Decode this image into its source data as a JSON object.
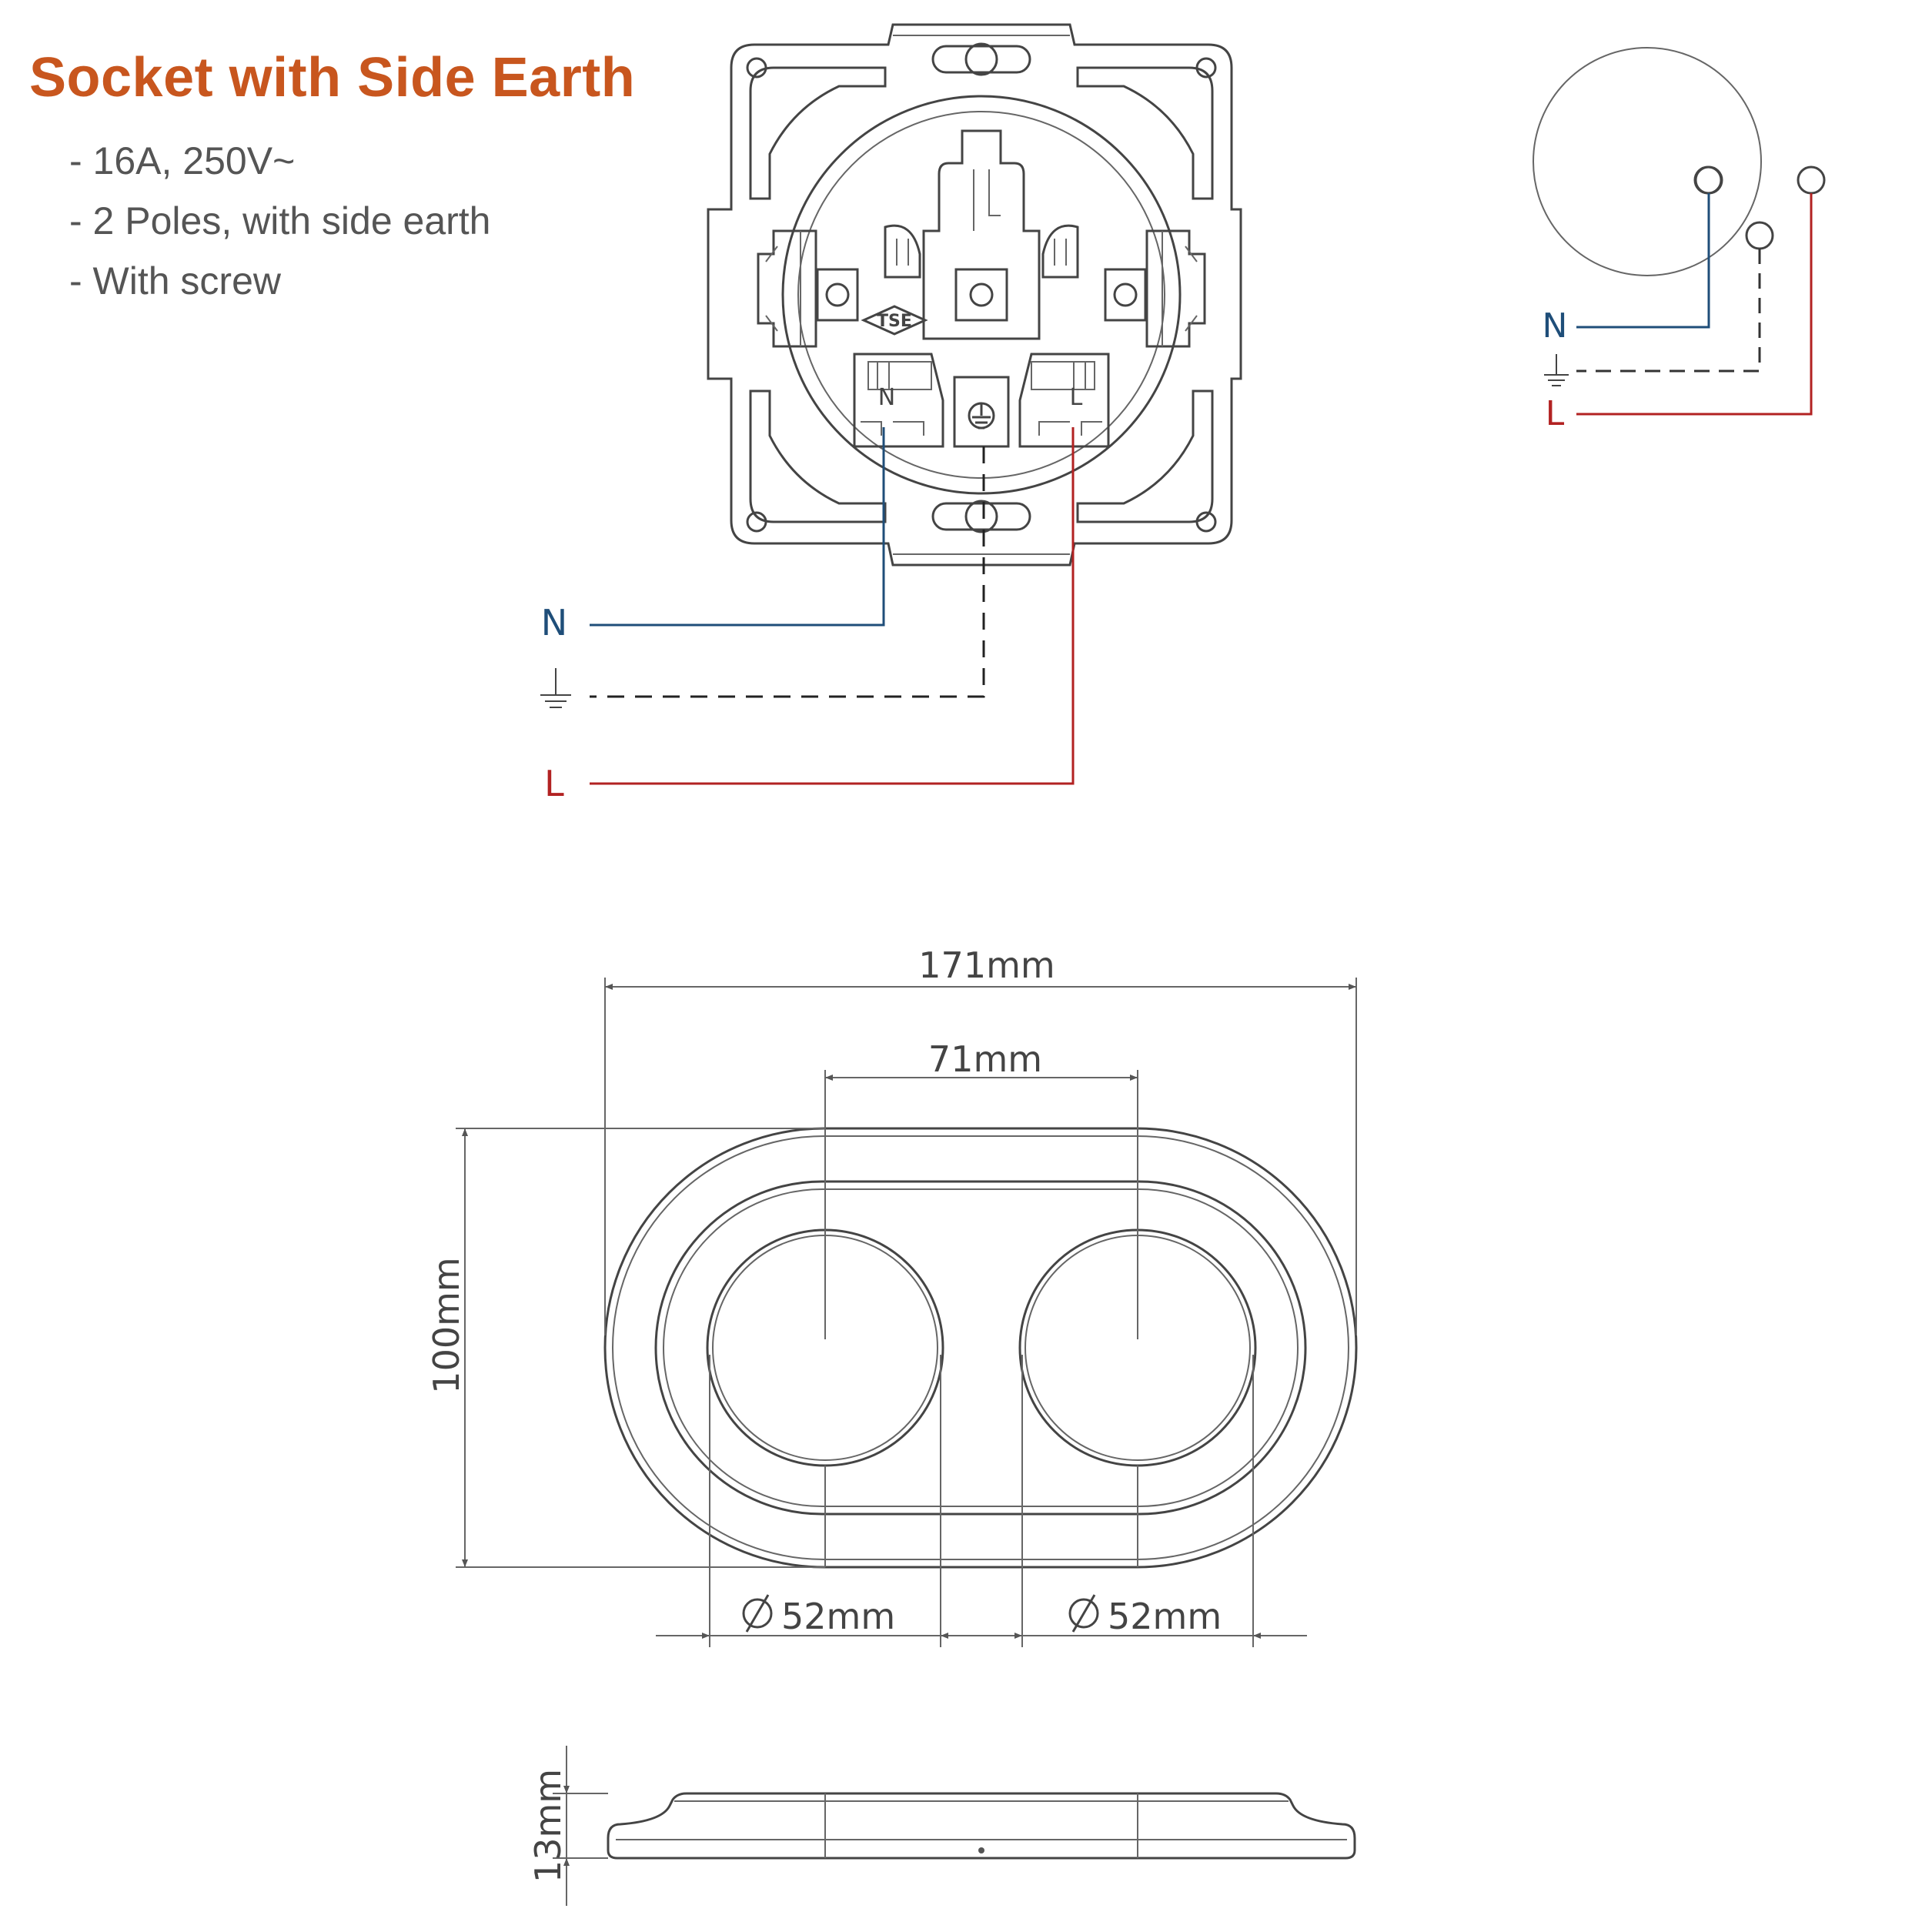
{
  "header": {
    "title": "Socket with Side Earth",
    "specs": [
      "- 16A, 250V~",
      "- 2 Poles, with side earth",
      "- With screw"
    ]
  },
  "socket": {
    "terminal_n": "N",
    "terminal_l": "L",
    "cert_mark": "TSE"
  },
  "wiring": {
    "neutral_label": "N",
    "live_label": "L",
    "colors": {
      "neutral": "#1f4e79",
      "live": "#b22222",
      "earth": "#222222"
    }
  },
  "schematic": {
    "neutral_label": "N",
    "live_label": "L"
  },
  "dimensions": {
    "overall_width": "171mm",
    "center_distance": "71mm",
    "height": "100mm",
    "left_diameter": "52mm",
    "right_diameter": "52mm",
    "thickness": "13mm"
  }
}
